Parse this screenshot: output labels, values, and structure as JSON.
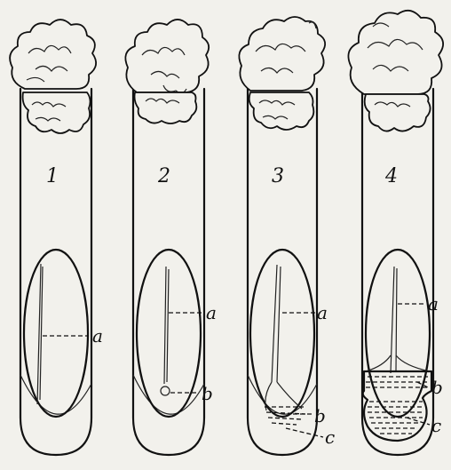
{
  "tubes": [
    {
      "number": "1",
      "labels": [
        "a"
      ]
    },
    {
      "number": "2",
      "labels": [
        "a",
        "b"
      ]
    },
    {
      "number": "3",
      "labels": [
        "a",
        "b",
        "c"
      ]
    },
    {
      "number": "4",
      "labels": [
        "a",
        "b",
        "c"
      ]
    }
  ]
}
